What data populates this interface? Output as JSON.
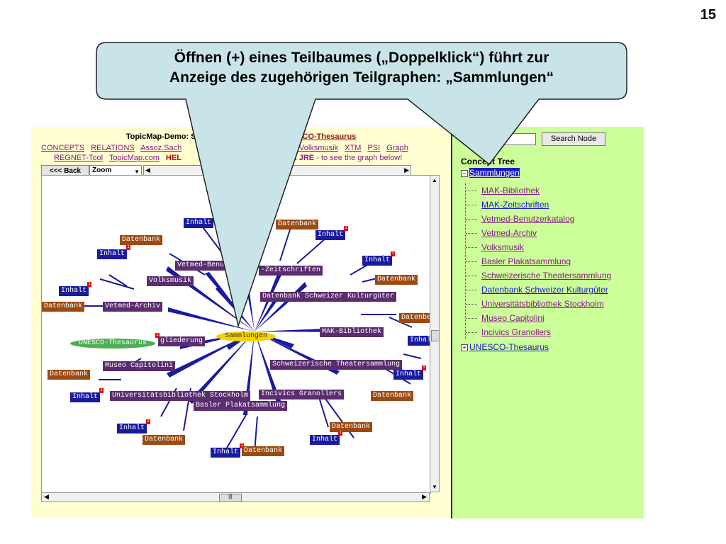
{
  "page_number": "15",
  "callout": {
    "line1": "Öffnen (+) eines Teilbaumes („Doppelklick“) führt zur",
    "line2": "Anzeige des zugehörigen Teilgraphen: „Sammlungen“"
  },
  "applet": {
    "title_prefix": "TopicMap-Demo: S",
    "title_suffix": "CO-Thesaurus",
    "nav_row1": [
      "CONCEPTS",
      "RELATIONS",
      "Assoz.Sach",
      "cc.Volksmusik",
      "XTM",
      "PSI",
      "Graph"
    ],
    "nav_row2": [
      "REGNET-Tool",
      "TopicMap.com"
    ],
    "nav_row2_hel": "HEL",
    "nav_row2_jre": "SE JRE",
    "nav_row2_jre_rest": " - to see the graph below!",
    "back_button": "<<< Back",
    "zoom_value": "Zoom"
  },
  "graph": {
    "center": "Sammlungen",
    "green_node": "UNESCO-Thesaurus",
    "nodes": {
      "inhalt": "Inhalt",
      "datenbank": "Datenbank",
      "vetmed_benu": "Vetmed-Benu",
      "zeitschriften": "-Zeitschriften",
      "volksmusik": "Volksmusik",
      "vetmed_archiv": "Vetmed-Archiv",
      "datenbank_schweizer": "Datenbank Schweizer Kulturgüter",
      "mak_bibliothek": "MAK-Bibliothek",
      "gliederung": "gliederung",
      "museo": "Museo Capitolini",
      "schweiz_theater": "Schweizerische Theatersammlung",
      "univ": "Universitätsbibliothek Stockholm",
      "incivics": "Incivics Granollers",
      "basler": "Basler Plakatsammlung",
      "datenbe": "Datenbe",
      "inhal": "Inhal",
      "badge": "1"
    }
  },
  "concept_tree": {
    "search_button": "Search Node",
    "title": "Concept Tree",
    "root": "Sammlungen",
    "root_toggle": "−",
    "items": [
      "MAK-Bibliothek",
      "MAK-Zeitschriften",
      "Vetmed-Benutzerkatalog",
      "Vetmed-Archiv",
      "Volksmusik",
      "Basler Plakatsammlung",
      "Schweizerische Theatersammlung",
      "Datenbank Schweizer Kulturgüter",
      "Universitätsbibliothek Stockholm",
      "Museo Capitolini",
      "Incivics Granollers"
    ],
    "unesco": "UNESCO-Thesaurus",
    "unesco_toggle": "+"
  }
}
